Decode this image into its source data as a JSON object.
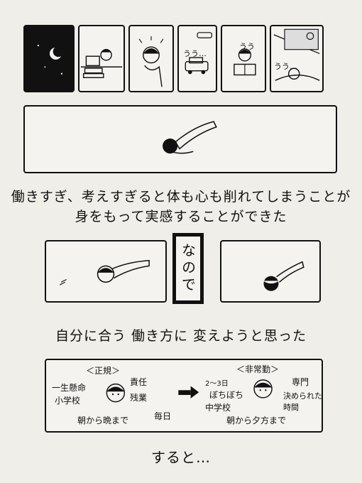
{
  "captions": {
    "line1": "働きすぎ、考えすぎると体も心も削れてしまうことが",
    "line2": "身をもって実感することができた",
    "nanode": "なので",
    "line3": "自分に合う 働き方に 変えようと思った",
    "footer": "すると…"
  },
  "panel_sounds": {
    "p4": "うう…",
    "p5": "うう",
    "p6": "うう…"
  },
  "comparison": {
    "left": {
      "title": "＜正規＞",
      "items": [
        "一生懸命",
        "小学校",
        "責任",
        "残業",
        "朝から晩まで",
        "毎日"
      ]
    },
    "right": {
      "title": "＜非常勤＞",
      "items": [
        "2〜3日",
        "ぼちぼち",
        "中学校",
        "専門",
        "決められた時間",
        "朝から夕方まで"
      ]
    }
  }
}
